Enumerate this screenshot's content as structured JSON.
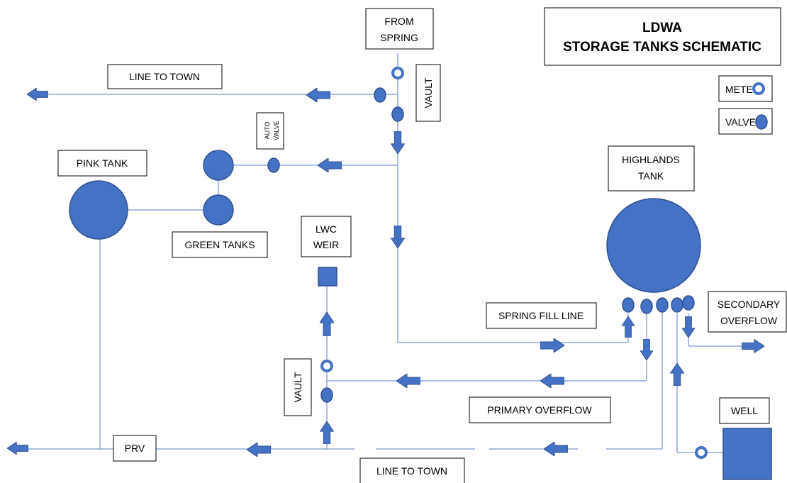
{
  "title": {
    "line1": "LDWA",
    "line2": "STORAGE TANKS SCHEMATIC"
  },
  "legend": {
    "meter": "METER",
    "valve": "VALVE"
  },
  "labels": {
    "from_spring_1": "FROM",
    "from_spring_2": "SPRING",
    "vault_top": "VAULT",
    "vault_bottom": "VAULT",
    "line_to_town_top": "LINE TO TOWN",
    "line_to_town_bottom": "LINE TO TOWN",
    "auto_valve_1": "AUTO",
    "auto_valve_2": "VALVE",
    "pink_tank": "PINK TANK",
    "green_tanks": "GREEN TANKS",
    "lwc_weir_1": "LWC",
    "lwc_weir_2": "WEIR",
    "highlands_1": "HIGHLANDS",
    "highlands_2": "TANK",
    "spring_fill_line": "SPRING FILL LINE",
    "secondary_1": "SECONDARY",
    "secondary_2": "OVERFLOW",
    "primary_overflow": "PRIMARY OVERFLOW",
    "well": "WELL",
    "prv": "PRV"
  },
  "colors": {
    "fill": "#4472c4",
    "stroke": "#2f528f",
    "pipe": "#8eaadb"
  }
}
